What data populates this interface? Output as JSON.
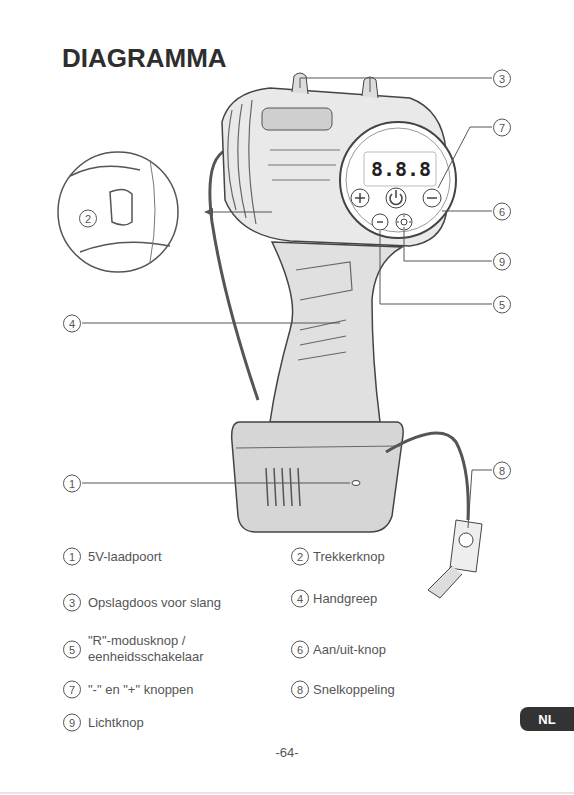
{
  "diagram": {
    "title": "DIAGRAMMA",
    "labels": [
      "3",
      "7",
      "2",
      "6",
      "9",
      "5",
      "4",
      "1",
      "8",
      "8.8.8",
      "1",
      "5V-laadpoort",
      "2",
      "Trekkerknop",
      "3",
      "Opslagdoos voor slang",
      "4",
      "Handgreep",
      "5",
      "\"R\"-modusknop / eenheidsschakelaar",
      "6",
      "Aan/uit-knop",
      "7",
      "\"-\" en \"+\" knoppen",
      "8",
      "Snelkoppeling",
      "9",
      "Lichtknop",
      "-64-",
      "NL"
    ]
  }
}
